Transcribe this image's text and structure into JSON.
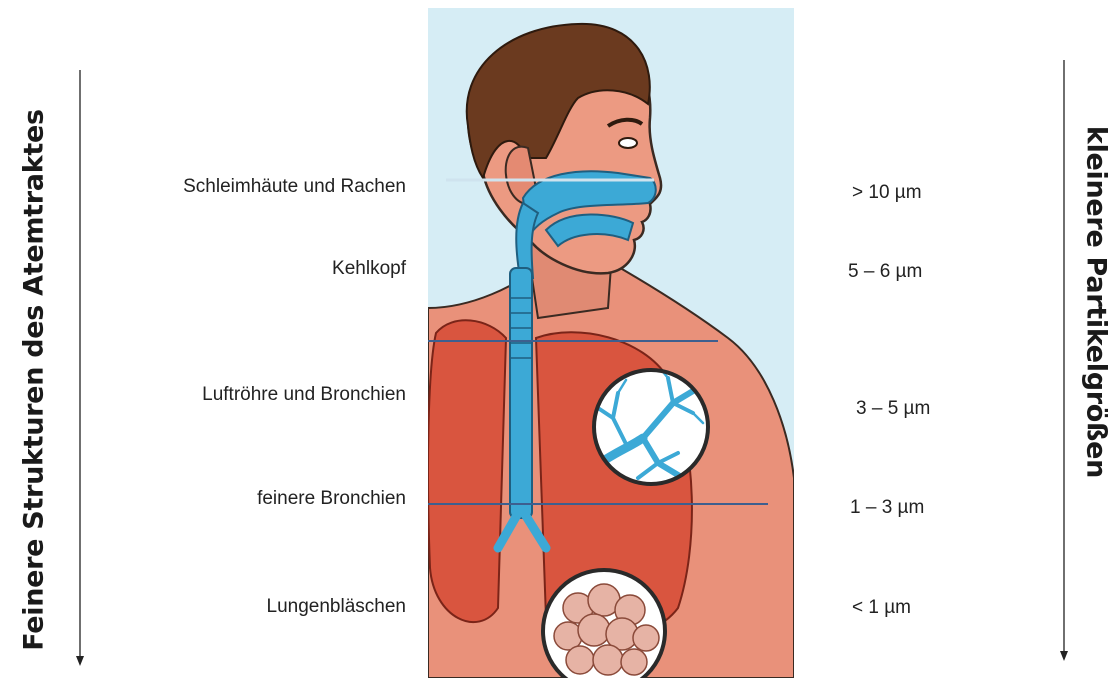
{
  "left_axis": {
    "title": "Feinere Strukturen des Atemtraktes"
  },
  "right_axis": {
    "title": "kleinere Partikelgrößen"
  },
  "levels": [
    {
      "structure": "Schleimhäute und Rachen",
      "particle_size": "> 10 µm"
    },
    {
      "structure": "Kehlkopf",
      "particle_size": "5 – 6 µm"
    },
    {
      "structure": "Luftröhre und Bronchien",
      "particle_size": "3 – 5 µm"
    },
    {
      "structure": "feinere Bronchien",
      "particle_size": "1 – 3 µm"
    },
    {
      "structure": "Lungenbläschen",
      "particle_size": "< 1 µm"
    }
  ],
  "colors": {
    "panel_background": "#d6edf5",
    "airway_blue": "#3ca9d6",
    "skin": "#e9917a",
    "lung": "#d9553f",
    "hair": "#6b3a1f",
    "alveoli": "#e6b3a5",
    "divider_line": "#3d5f8f"
  }
}
